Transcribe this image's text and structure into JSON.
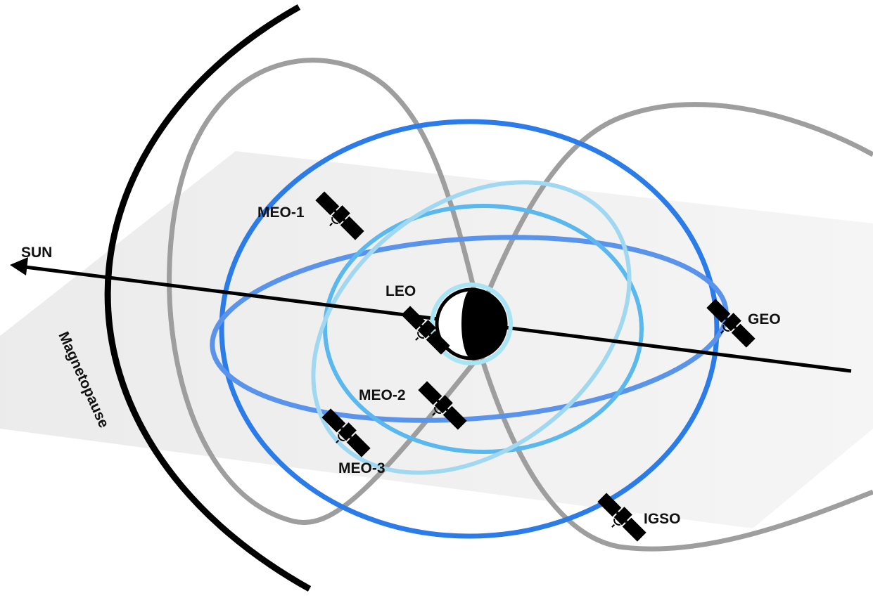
{
  "labels": {
    "sun": "SUN",
    "magnetopause": "Magnetopause",
    "leo": "LEO",
    "geo": "GEO",
    "igso": "IGSO",
    "meo1": "MEO-1",
    "meo2": "MEO-2",
    "meo3": "MEO-3"
  },
  "colors": {
    "magnetopause": "#000000",
    "sun_axis": "#000000",
    "igso_orbits": "#9e9e9e",
    "geo_orbit": "#2b7ce8",
    "meo_orbits": "#5ab8ee",
    "leo_orbit": "#a8e4f4",
    "ecliptic_plane": "#ececec"
  },
  "icons": [
    "earth-icon",
    "satellite-icon"
  ]
}
